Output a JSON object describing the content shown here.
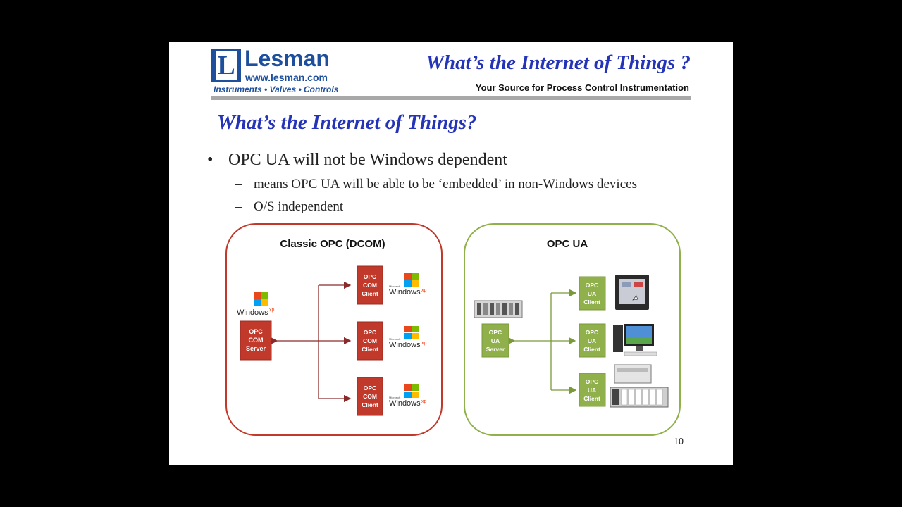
{
  "header": {
    "logo_letter": "L",
    "brand": "Lesman",
    "url": "www.lesman.com",
    "tagline": "Instruments • Valves • Controls",
    "title": "What’s the Internet of Things ?",
    "subtitle": "Your Source for Process Control Instrumentation"
  },
  "slide": {
    "title": "What’s the Internet of Things?",
    "bullet": "OPC UA will not be Windows dependent",
    "sub_bullets": [
      "means OPC UA will be able to be ‘embedded’ in non-Windows devices",
      "O/S independent"
    ],
    "page_number": "10"
  },
  "diagram": {
    "classic": {
      "title": "Classic OPC (DCOM)",
      "server_label": [
        "OPC",
        "COM",
        "Server"
      ],
      "client_label": [
        "OPC",
        "COM",
        "Client"
      ],
      "windows_logo_text": "Windows",
      "windows_logo_suffix": "xp",
      "windows_logo_small": "Microsoft",
      "accent_color": "#c0392b"
    },
    "ua": {
      "title": "OPC UA",
      "server_label": [
        "OPC",
        "UA",
        "Server"
      ],
      "client_label": [
        "OPC",
        "UA",
        "Client"
      ],
      "accent_color": "#8fb04a"
    }
  }
}
